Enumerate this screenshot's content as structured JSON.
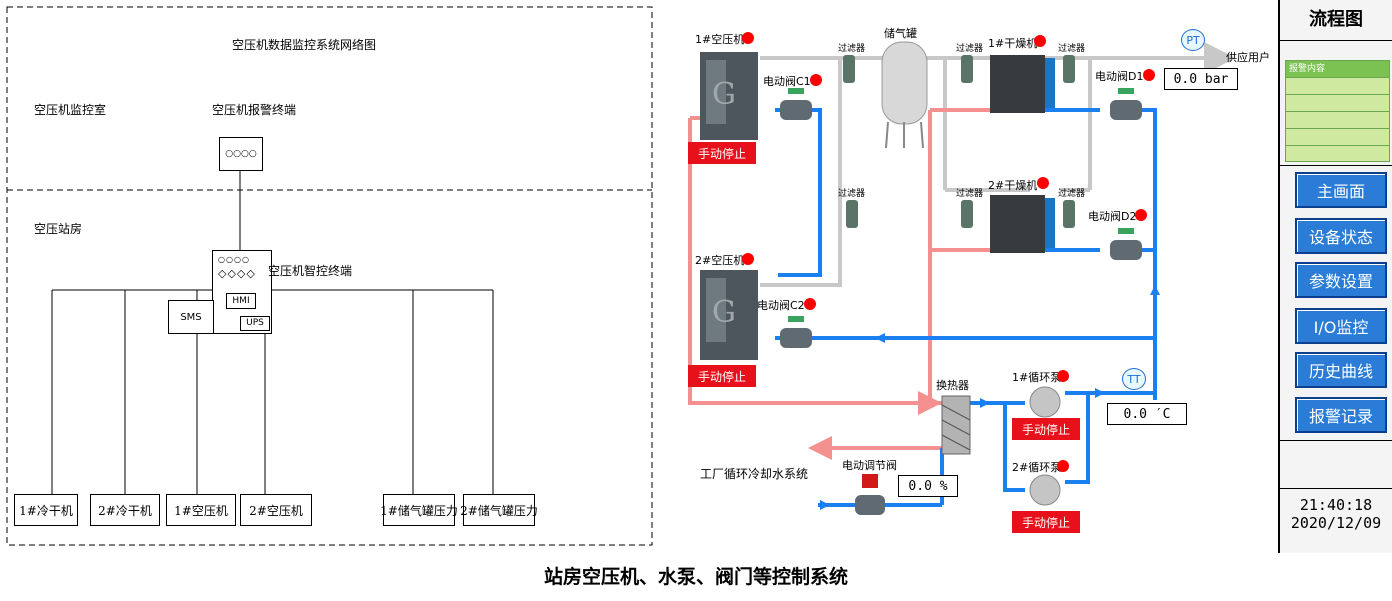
{
  "network": {
    "title": "空压机数据监控系统网络图",
    "monitor_room": "空压机监控室",
    "alarm_terminal": "空压机报警终端",
    "alarm_terminal_dots": "○○○○",
    "compressor_room": "空压站房",
    "smart_terminal": "空压机智控终端",
    "terminal_dots_top": "○○○○",
    "terminal_dots_bottom": "◇◇◇◇",
    "sms": "SMS",
    "hmi": "HMI",
    "ups": "UPS",
    "leaves": [
      "1#冷干机",
      "2#冷干机",
      "1#空压机",
      "2#空压机",
      "1#储气罐压力",
      "2#储气罐压力"
    ]
  },
  "scada": {
    "compressor1": "1#空压机",
    "compressor2": "2#空压机",
    "compressor1_status": "手动停止",
    "compressor2_status": "手动停止",
    "valve_c1": "电动阀C1",
    "valve_c2": "电动阀C2",
    "filter": "过滤器",
    "tank": "储气罐",
    "dryer1": "1#干燥机",
    "dryer2": "2#干燥机",
    "valve_d1": "电动阀D1",
    "valve_d2": "电动阀D2",
    "pt": "PT",
    "supply_user": "供应用户",
    "pressure": "0.0 bar",
    "heat_exchanger": "换热器",
    "pump1": "1#循环泵",
    "pump2": "2#循环泵",
    "pump1_status": "手动停止",
    "pump2_status": "手动停止",
    "tt": "TT",
    "temperature": "0.0 ′C",
    "factory_cooling": "工厂循环冷却水系统",
    "reg_valve": "电动调节阀",
    "reg_valve_value": "0.0 %",
    "colors": {
      "air": "#c8c8c8",
      "cold_water": "#1a7ff0",
      "hot_water": "#f49090",
      "status_red": "#e8101a"
    }
  },
  "sidebar": {
    "title": "流程图",
    "alarm_header": "报警内容",
    "nav": [
      "主画面",
      "设备状态",
      "参数设置",
      "I/O监控",
      "历史曲线",
      "报警记录"
    ],
    "time": "21:40:18",
    "date": "2020/12/09"
  },
  "caption": "站房空压机、水泵、阀门等控制系统"
}
